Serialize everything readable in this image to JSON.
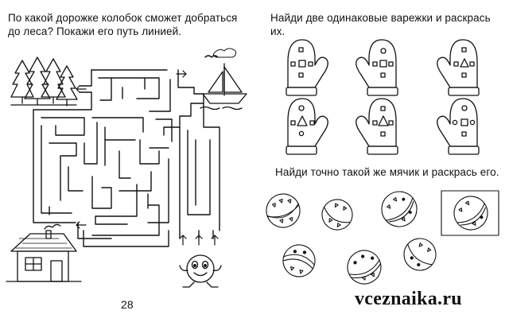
{
  "tasks": {
    "maze": "По какой дорожке колобок сможет добраться до леса? Покажи его путь линией.",
    "mittens": "Найди две одинаковые варежки и раскрась их.",
    "balls": "Найди точно такой же мячик и раскрась его."
  },
  "page_number": "28",
  "watermark": "vceznaika.ru",
  "icons": [
    "forest-icon",
    "sailboat-icon",
    "house-icon",
    "kolobok-icon",
    "arrow-icon",
    "mitten-icon",
    "ball-icon"
  ]
}
